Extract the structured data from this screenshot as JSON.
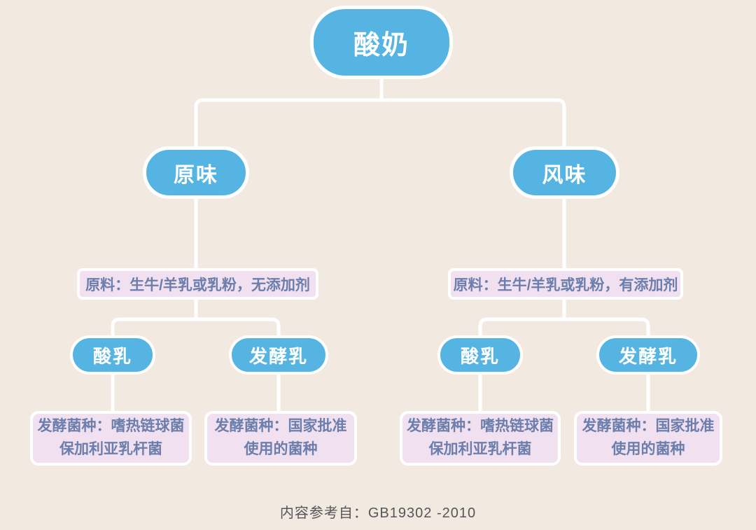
{
  "colors": {
    "background": "#f2e9e1",
    "node-blue": "#56b4e2",
    "label-lavender": "#f1e0ef",
    "label-text": "#6b7eac",
    "line-white": "#ffffff",
    "footer-text": "#55565a"
  },
  "diagram": {
    "root": {
      "label": "酸奶"
    },
    "branches": [
      {
        "flavor": "原味",
        "material": "原料：生牛/羊乳或乳粉，无添加剂",
        "children": [
          {
            "type": "酸乳",
            "strain_line1": "发酵菌种：嗜热链球菌",
            "strain_line2": "保加利亚乳杆菌"
          },
          {
            "type": "发酵乳",
            "strain_line1": "发酵菌种：国家批准",
            "strain_line2": "使用的菌种"
          }
        ]
      },
      {
        "flavor": "风味",
        "material": "原料：生牛/羊乳或乳粉，有添加剂",
        "children": [
          {
            "type": "酸乳",
            "strain_line1": "发酵菌种：嗜热链球菌",
            "strain_line2": "保加利亚乳杆菌"
          },
          {
            "type": "发酵乳",
            "strain_line1": "发酵菌种：国家批准",
            "strain_line2": "使用的菌种"
          }
        ]
      }
    ]
  },
  "footer": {
    "text": "内容参考自：GB19302 -2010"
  }
}
